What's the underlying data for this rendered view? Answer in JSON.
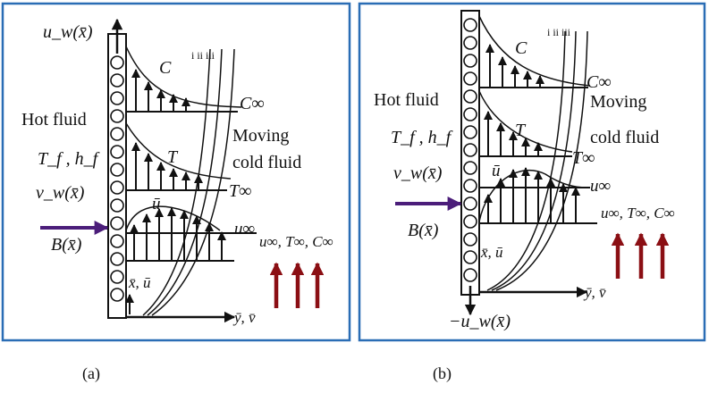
{
  "panels": [
    {
      "caption": "(a)",
      "wall_label": "u_w(x̄)",
      "hot_fluid": "Hot fluid",
      "tf_hf": "T_f , h_f",
      "vw": "v_w(x̄)",
      "bx": "B(x̄)",
      "C": "C",
      "C_inf": "C∞",
      "moving": "Moving",
      "cold_fluid": "cold fluid",
      "T": "T",
      "T_inf": "T∞",
      "u_bar": "ū",
      "u_inf": "u∞",
      "free_stream": "u∞, T∞, C∞",
      "origin": "x̄, ū",
      "y_axis": "ȳ, v̄",
      "curve_labels": "i ii iii"
    },
    {
      "caption": "(b)",
      "wall_label": "−u_w(x̄)",
      "hot_fluid": "Hot fluid",
      "tf_hf": "T_f , h_f",
      "vw": "v_w(x̄)",
      "bx": "B(x̄)",
      "C": "C",
      "C_inf": "C∞",
      "moving": "Moving",
      "cold_fluid": "cold fluid",
      "T": "T",
      "T_inf": "T∞",
      "u_bar": "ū",
      "u_inf": "u∞",
      "free_stream": "u∞, T∞, C∞",
      "origin": "x̄, ū",
      "y_axis": "ȳ, v̄",
      "curve_labels": "i ii iii"
    }
  ],
  "colors": {
    "frame": "#2a6db5",
    "arrow_purple": "#4b1d7a",
    "arrow_red": "#8b0f14",
    "ink": "#111111"
  }
}
